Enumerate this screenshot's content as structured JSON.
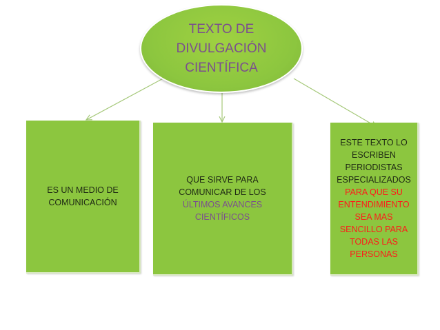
{
  "title": "TEXTO DE DIVULGACIÓN CIENTÍFICA",
  "boxes": {
    "left": {
      "text": "ES UN  MEDIO DE COMUNICACIÓN"
    },
    "middle": {
      "text_dark": "QUE SIRVE PARA COMUNICAR  DE LOS",
      "text_purple": "ÚLTIMOS AVANCES CIENTÍFICOS"
    },
    "right": {
      "text_dark": "ESTE TEXTO LO ESCRIBEN PERIODISTAS ESPECIALIZADOS",
      "text_red": "PARA QUE  SU ENTENDIMIENTO SEA  MAS SENCILLO PARA TODAS LAS PERSONAS"
    }
  },
  "colors": {
    "box_fill": "#8cc63f",
    "title_text": "#7b4f8e",
    "highlight_red": "#ff1a1a",
    "connector": "#a5c879"
  }
}
